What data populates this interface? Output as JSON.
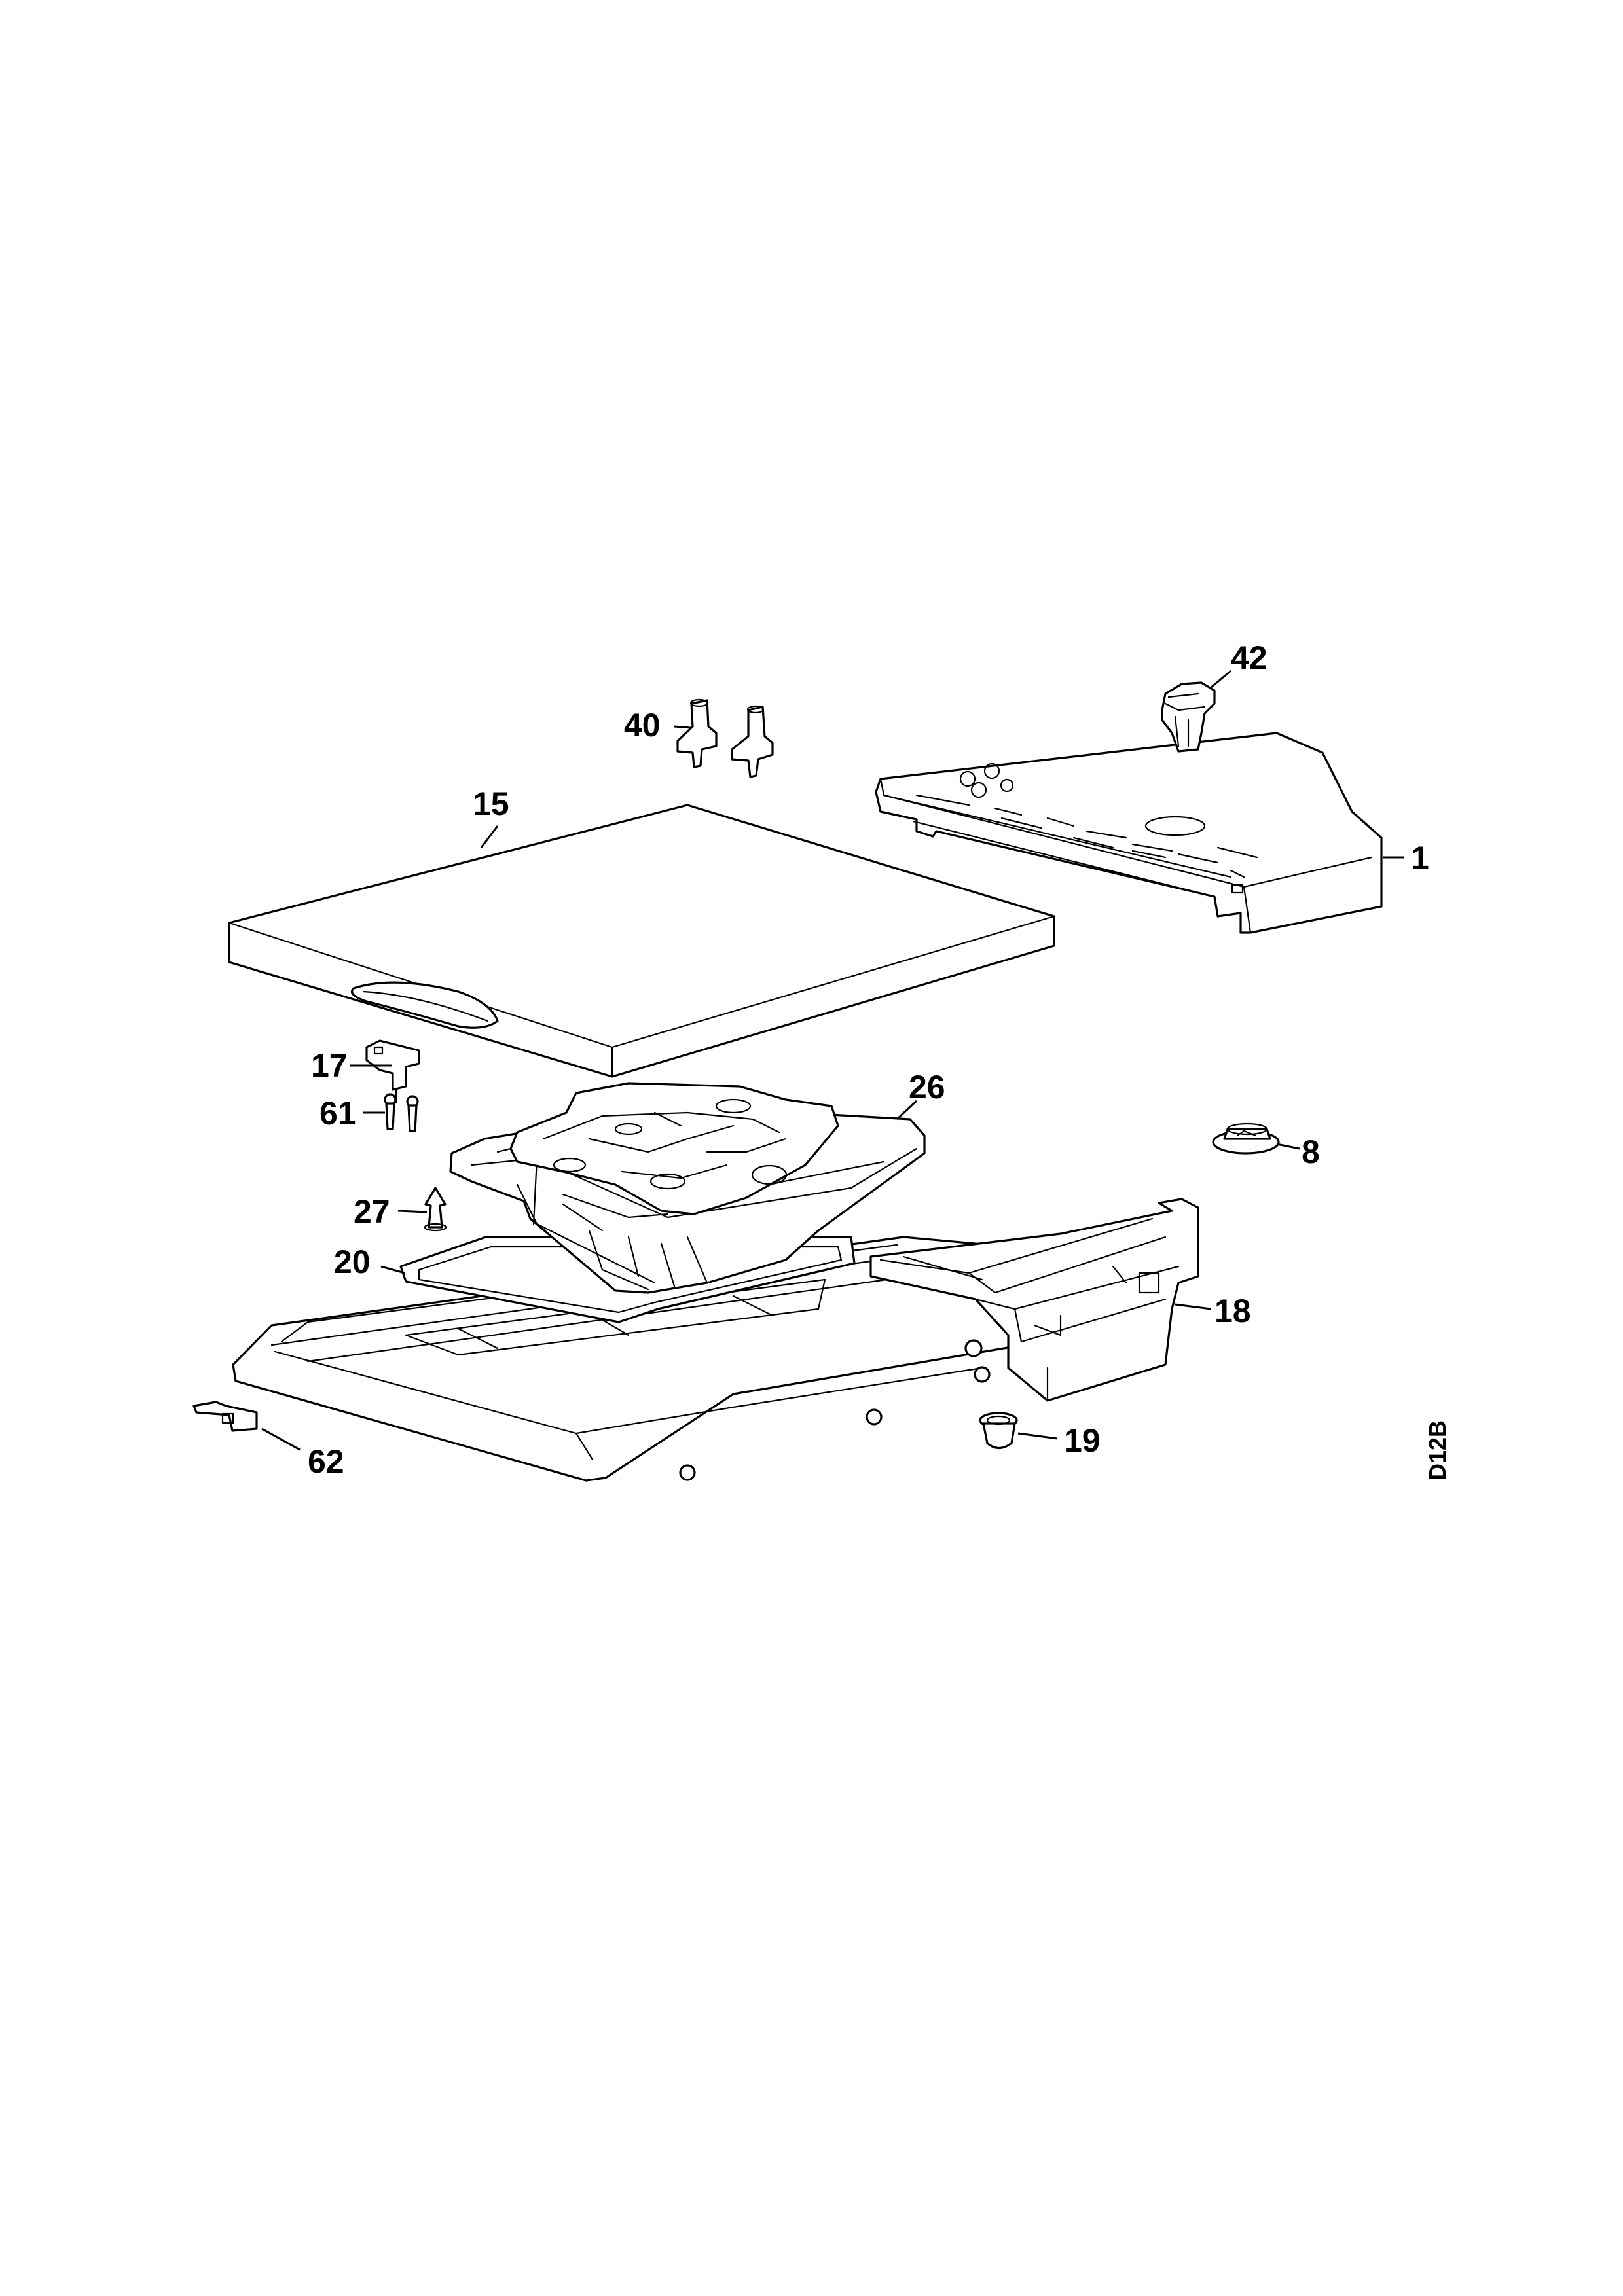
{
  "labels": {
    "p1": "1",
    "p8": "8",
    "p15": "15",
    "p17": "17",
    "p18": "18",
    "p19": "19",
    "p20": "20",
    "p26": "26",
    "p27": "27",
    "p40": "40",
    "p42": "42",
    "p61": "61",
    "p62": "62"
  },
  "diagram_code": "D12B"
}
